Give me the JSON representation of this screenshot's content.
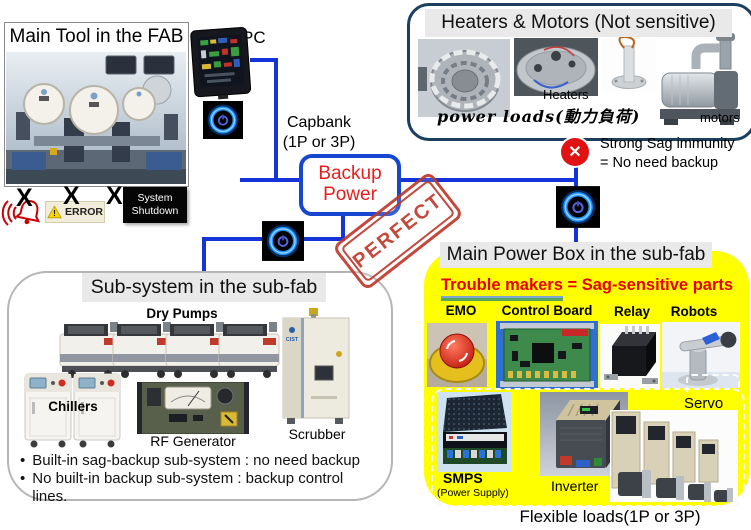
{
  "colors": {
    "line_blue": "#1433d9",
    "backup_border_blue": "#1747d1",
    "backup_text_red": "#e81c1c",
    "stamp_red": "#c0392b",
    "trouble_red": "#e60000",
    "yellow_panel": "#ffff00",
    "titlebar_gray": "#e9e9e9",
    "heaters_border_navy": "#1c3f5e",
    "status_x_red": "#e11212"
  },
  "main_tool": {
    "title": "Main Tool in the FAB",
    "x_mark": "X",
    "error_label": "ERROR",
    "shutdown_label": "System Shutdown"
  },
  "pc": {
    "label": "PC"
  },
  "capbank": {
    "line1": "Capbank",
    "line2": "(1P or 3P)"
  },
  "backup_power": {
    "line1": "Backup",
    "line2": "Power",
    "stamp": "PERFECT"
  },
  "heaters_motors": {
    "title": "Heaters & Motors (Not sensitive)",
    "heaters_label": "Heaters",
    "motors_label": "motors",
    "power_loads": "power loads(動力負荷)"
  },
  "sag_immunity": {
    "line1": "Strong Sag immunity",
    "line2": "= No need backup"
  },
  "sub_system": {
    "title": "Sub-system in the sub-fab",
    "dry_pumps": "Dry Pumps",
    "chillers": "Chillers",
    "rf_generator": "RF Generator",
    "scrubber": "Scrubber",
    "scrubber_brand": "CIST",
    "bullets": [
      "Built-in sag-backup sub-system : no need backup",
      "No built-in backup sub-system : backup control lines."
    ]
  },
  "main_power": {
    "title": "Main Power Box in the sub-fab",
    "trouble_underlined": "Trouble makers",
    "trouble_rest": " = Sag-sensitive parts",
    "part_labels": [
      "EMO",
      "Control Board",
      "Relay",
      "Robots"
    ],
    "smps": "SMPS",
    "smps_sub": "(Power Supply)",
    "inverter": "Inverter",
    "servo": "Servo",
    "flexible": "Flexible loads(1P or 3P)"
  },
  "icons": {
    "cross": "✕",
    "warning": "!",
    "bullet": "•"
  }
}
